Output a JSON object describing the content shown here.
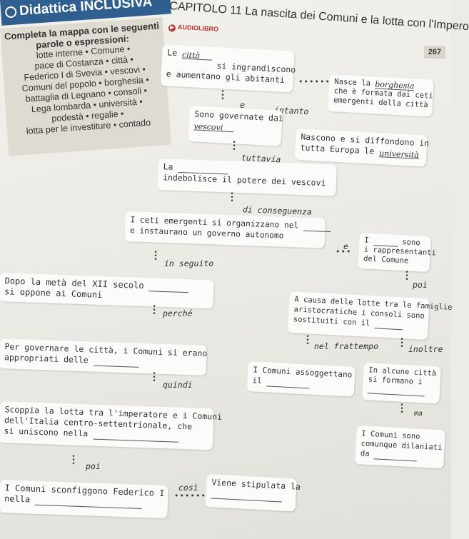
{
  "header": {
    "brand": "Didattica INCLUSIVA",
    "chapter": "CAPITOLO 11  La nascita dei Comuni e la lotta con l'Impero",
    "audio_label": "AUDIOLIBRO",
    "page_number": "267"
  },
  "wordbank": {
    "title": "Completa la mappa con le seguenti parole o espressioni:",
    "lines": [
      "lotte interne • Comune •",
      "pace di Costanza • città •",
      "Federico I di Svevia • vescovi •",
      "Comuni del popolo • borghesia •",
      "battaglia di Legnano • consoli •",
      "Lega lombarda • università •",
      "podestà • regalie •",
      "lotta per le investiture • contado"
    ]
  },
  "map": {
    "b1": {
      "pre": "Le",
      "handwritten": "città",
      "post1": "si ingrandiscono",
      "post2": "e aumentano gli abitanti"
    },
    "c_e1": "e",
    "c_intanto": "intanto",
    "b2": {
      "l1": "Nasce la",
      "handwritten": "borghesia",
      "l2": "che è formata dai ceti",
      "l3": "emergenti della città"
    },
    "b3": {
      "l1": "Sono governate dai",
      "handwritten": "vescovi"
    },
    "b4": {
      "l1": "Nascono e si diffondono in",
      "l2": "tutta Europa le",
      "handwritten": "università"
    },
    "c_tuttavia": "tuttavia",
    "b5": {
      "l1": "La",
      "l2": "indebolisce il potere dei vescovi"
    },
    "c_conseguenza": "di conseguenza",
    "b6": {
      "l1": "I ceti emergenti si organizzano nel",
      "l2": "e instaurano un governo autonomo"
    },
    "c_e2": "e",
    "b7": {
      "l1": "I",
      "l1b": "sono",
      "l2": "i rappresentanti",
      "l3": "del Comune"
    },
    "c_inseguito": "in seguito",
    "c_poi1": "poi",
    "b8": {
      "l1": "Dopo la metà  del XII secolo",
      "l2": "si oppone ai Comuni"
    },
    "b9": {
      "l1": "A causa delle lotte tra le famiglie",
      "l2": "aristocratiche i consoli sono",
      "l3": "sostituiti con il"
    },
    "c_perche": "perché",
    "c_nelfrattempo": "nel frattempo",
    "c_inoltre": "inoltre",
    "b10": {
      "l1": "Per governare le città, i Comuni si erano",
      "l2": "appropriati delle"
    },
    "b11": {
      "l1": "I Comuni assoggettano",
      "l2": "il"
    },
    "b12": {
      "l1": "In alcune città",
      "l2": "si formano i"
    },
    "c_quindi": "quindi",
    "b13": {
      "l1": "Scoppia la lotta tra l'imperatore e i Comuni",
      "l2": "dell'Italia centro-settentrionale, che",
      "l3": "si uniscono nella"
    },
    "c_ma": "ma",
    "b14": {
      "l1": "I Comuni sono",
      "l2": "comunque dilaniati",
      "l3": "da"
    },
    "c_poi2": "poi",
    "b15": {
      "l1": "I Comuni sconfiggono Federico I",
      "l2": "nella"
    },
    "c_cosi": "così",
    "b16": {
      "l1": "Viene stipulata la"
    }
  }
}
